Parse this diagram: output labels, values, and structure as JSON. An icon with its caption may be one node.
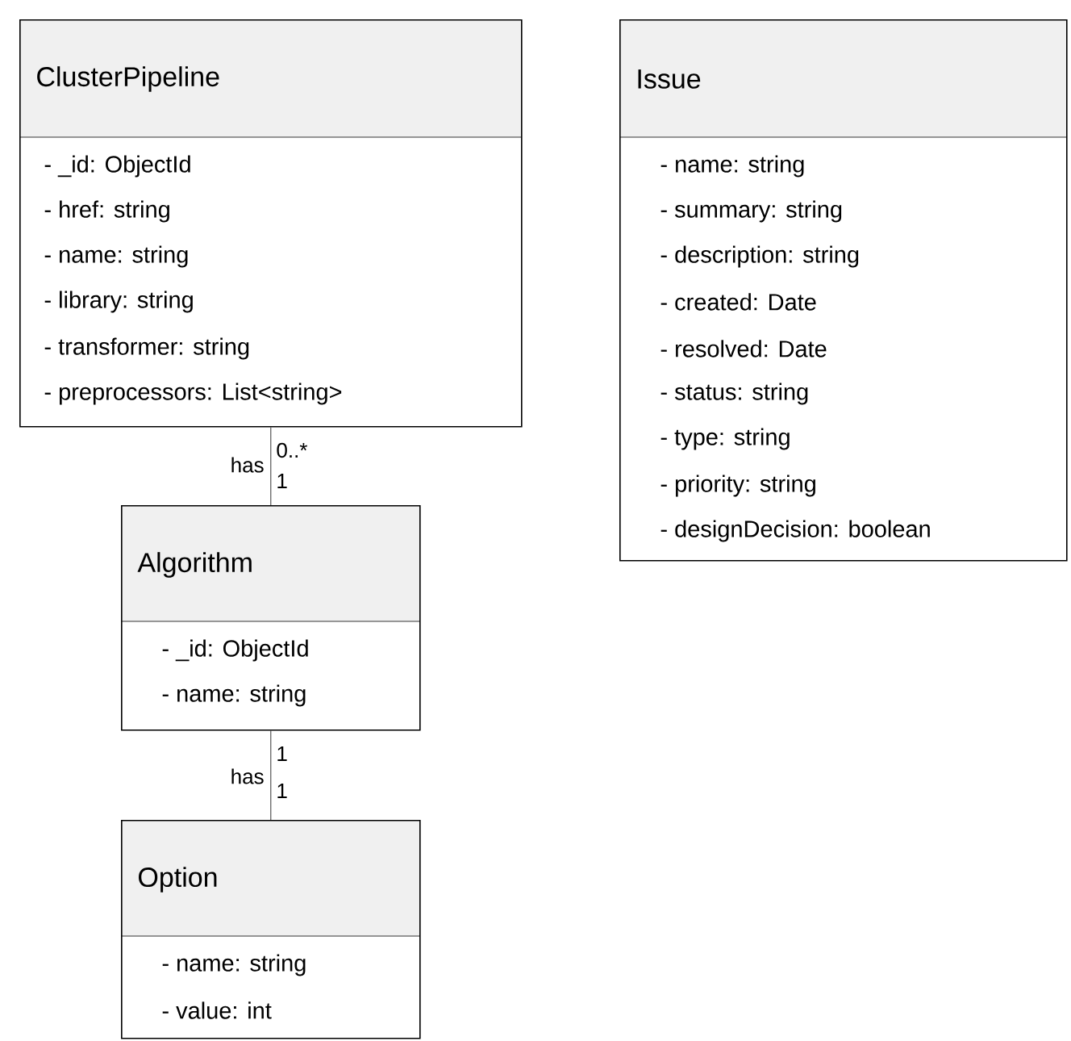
{
  "diagram": {
    "nodes": [
      {
        "text": [
          "ClusterPipeline",
          "- _id: ObjectId",
          "- href: string",
          "- name: string",
          "- library: string",
          "- transformer: string",
          "- preprocessors: List<string>"
        ]
      },
      {
        "text": [
          "Algorithm",
          "- _id: ObjectId",
          "- name: string"
        ]
      },
      {
        "text": [
          "Option",
          "- name: string",
          "- value: int"
        ]
      },
      {
        "text": [
          "Issue",
          "- name: string",
          "- summary: string",
          "- description: string",
          "- created: Date",
          "- resolved: Date",
          "- status: string",
          "- type: string",
          "- priority: string",
          "- designDecision: boolean"
        ]
      }
    ],
    "edges": [
      {
        "from": 0,
        "to": 1,
        "arrow": "none",
        "label": "has"
      },
      {
        "from": 1,
        "to": 2,
        "arrow": "none",
        "label": "has"
      }
    ],
    "labels": [
      "0..*",
      "1",
      "1",
      "1"
    ]
  }
}
